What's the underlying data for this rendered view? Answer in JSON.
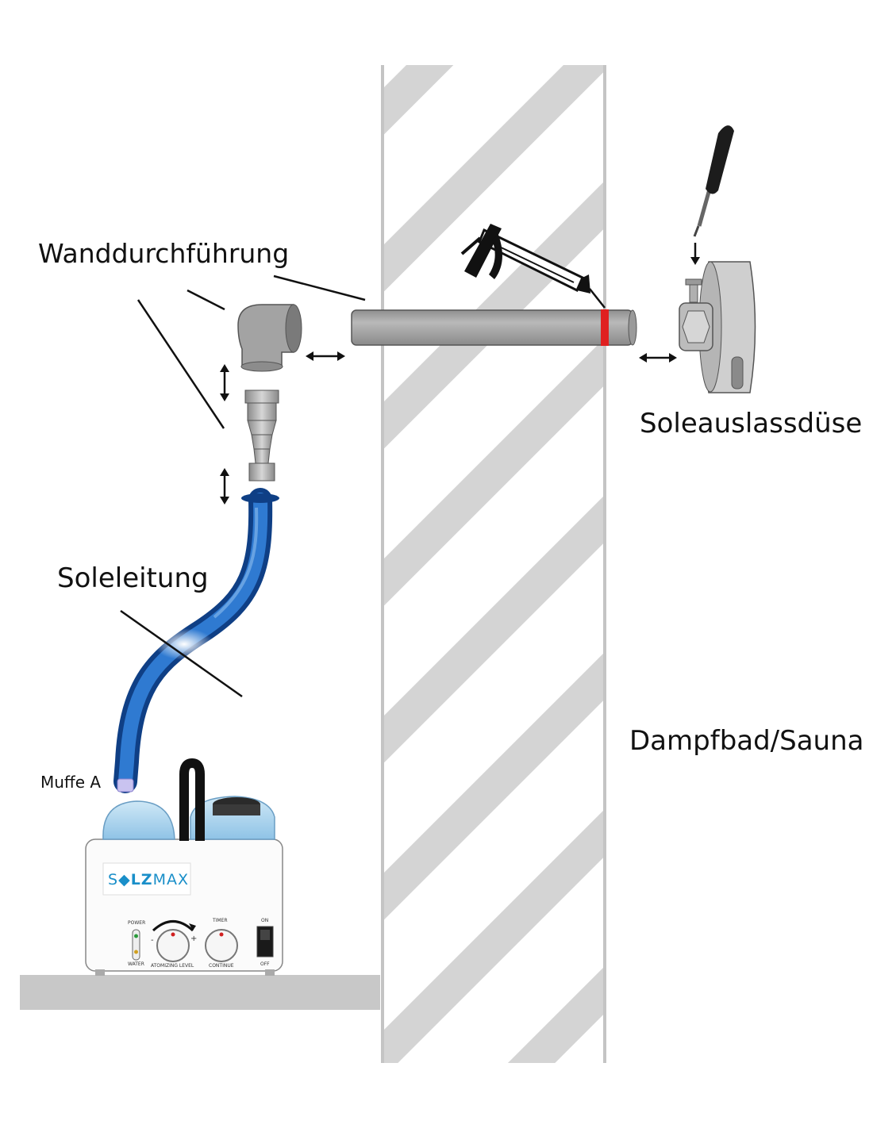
{
  "labels": {
    "wall_passthrough": "Wanddurchführung",
    "nozzle": "Soleauslassdüse",
    "brine_line": "Soleleitung",
    "sleeve_a": "Muffe A",
    "steam_room": "Dampfbad/Sauna"
  },
  "device": {
    "brand_prefix": "S",
    "brand_mid": "LZ",
    "brand_suffix": "MAX",
    "power_label": "POWER",
    "water_label": "WATER",
    "atomizing_label": "ATOMIZING LEVEL",
    "timer_label": "TIMER",
    "continue_label": "CONTINUE",
    "on_label": "ON",
    "off_label": "OFF",
    "minus_sign": "-",
    "plus_sign": "+"
  },
  "colors": {
    "wall_stripe": "#d4d4d4",
    "pipe": "#a5a5a5",
    "hose": "#1d5fb3",
    "seal_mark": "#e02020",
    "brand_blue": "#1a8fc9",
    "shelf": "#c8c8c8"
  }
}
